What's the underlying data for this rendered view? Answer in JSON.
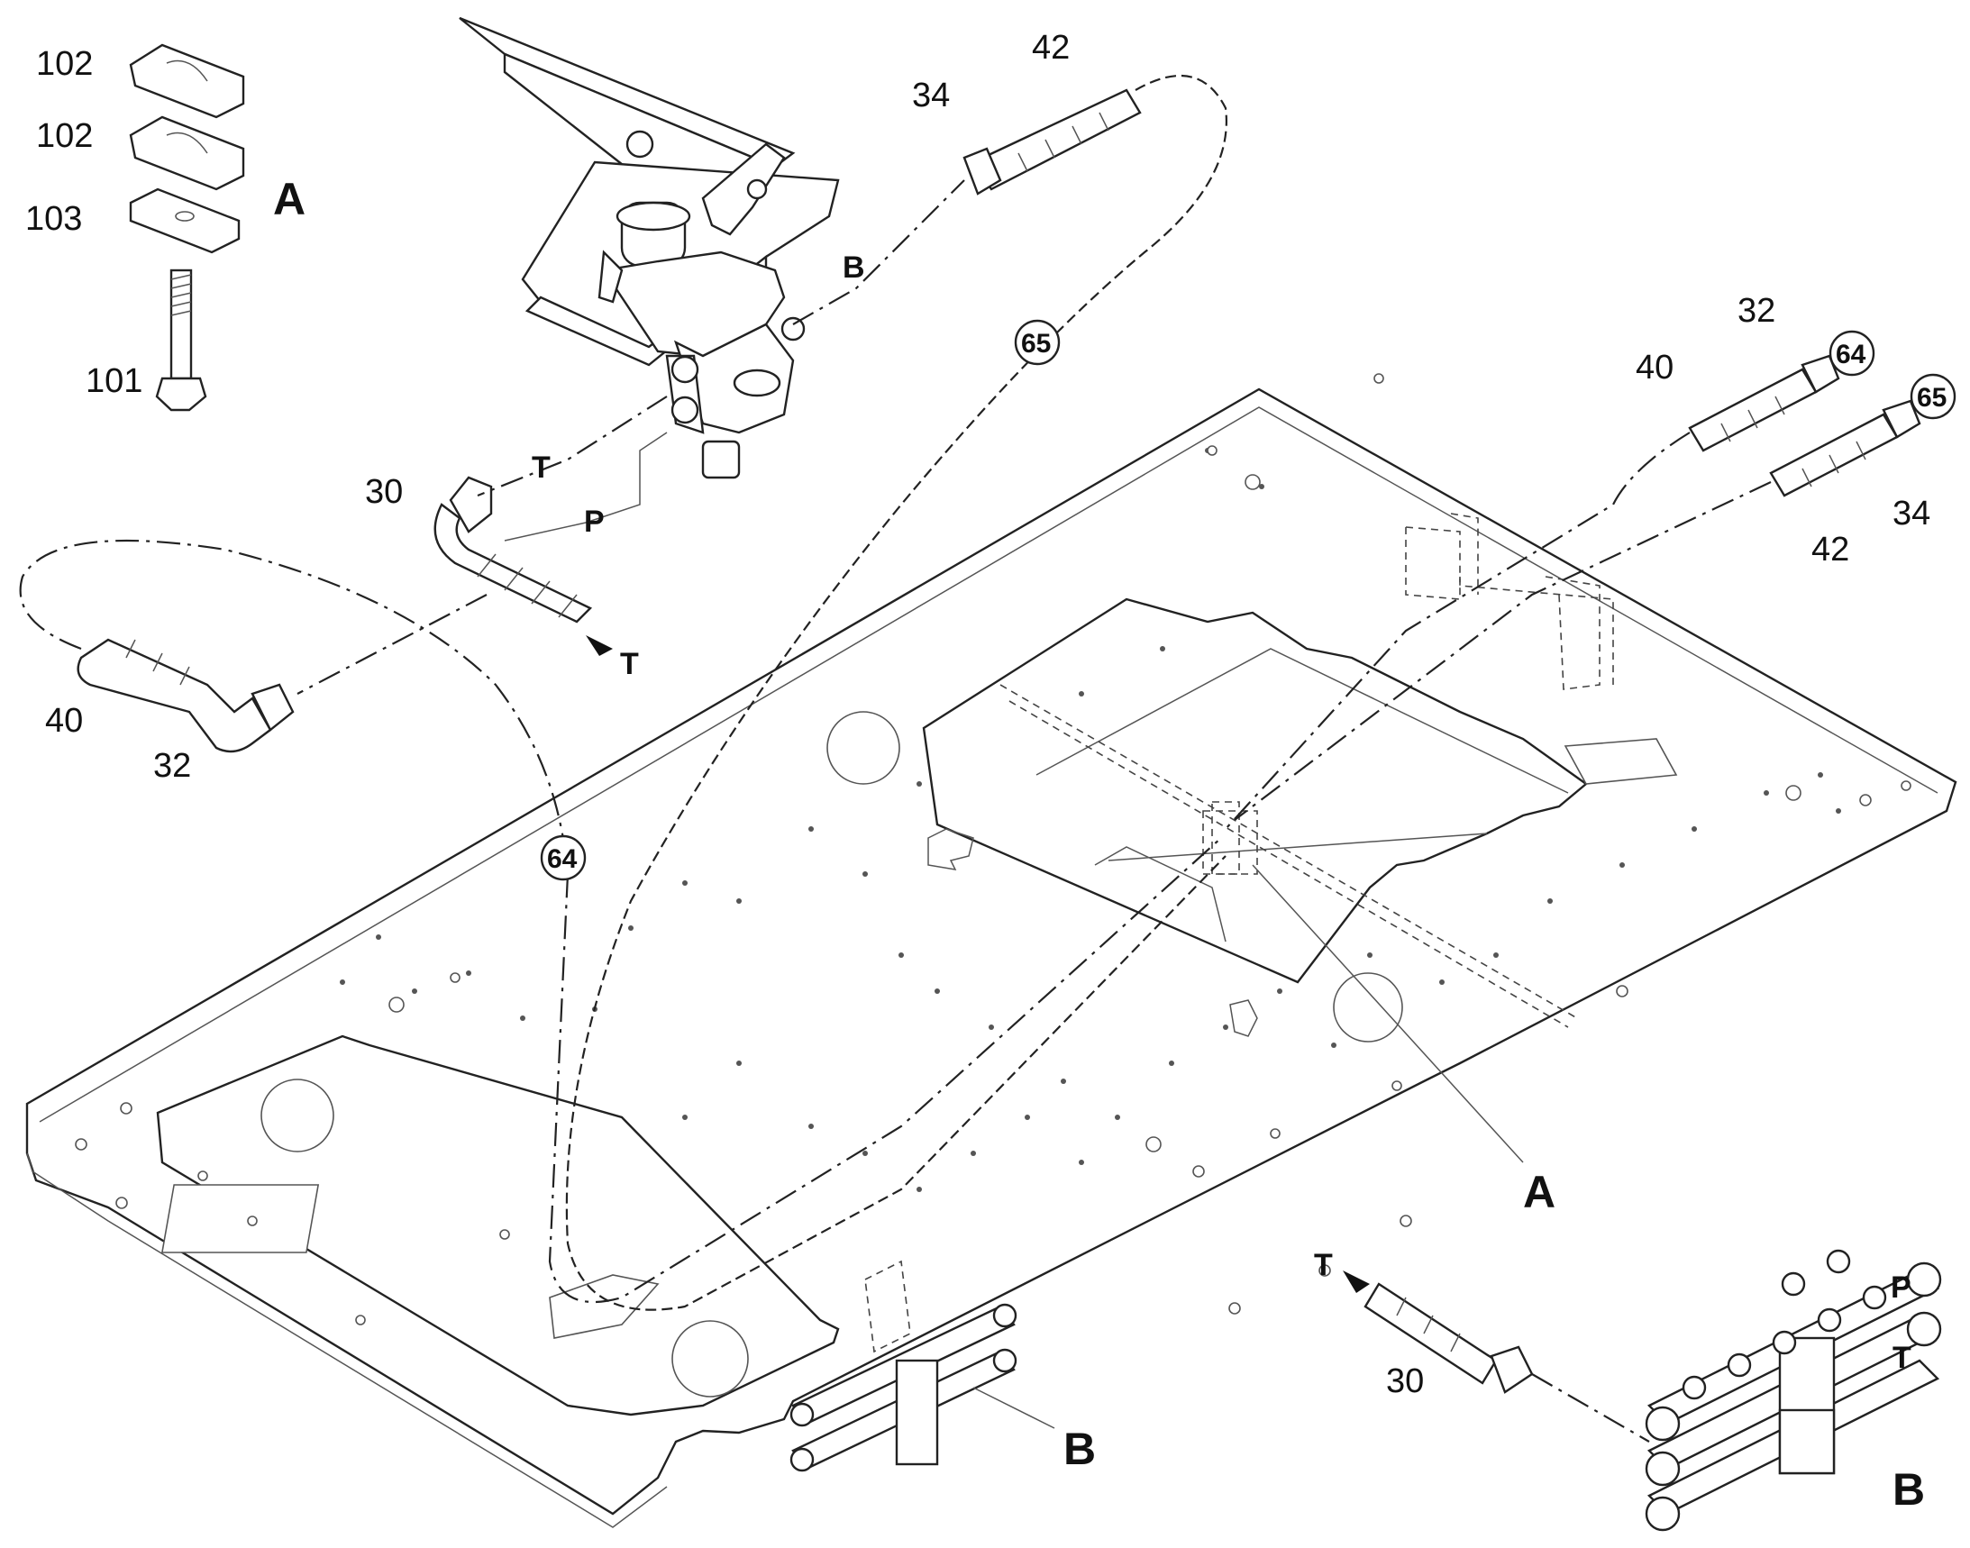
{
  "callouts": {
    "c102a": "102",
    "c102b": "102",
    "c103": "103",
    "c101": "101",
    "c34_top": "34",
    "c42_top": "42",
    "c30_left": "30",
    "c40_left": "40",
    "c32_left": "32",
    "c32_right": "32",
    "c40_right": "40",
    "c34_right": "34",
    "c42_right": "42",
    "c30_bottom": "30"
  },
  "view_labels": {
    "a_detail": "A",
    "a_plate": "A",
    "b_plate": "B",
    "b_detail": "B",
    "b_line": "B",
    "t_line": "T",
    "p_line": "P",
    "t_arrow_top": "T",
    "t_arrow_bottom": "T",
    "manifold_p": "P",
    "manifold_t": "T"
  },
  "circled_refs": {
    "r65_mid": "65",
    "r64_mid": "64",
    "r64_right": "64",
    "r65_right": "65"
  }
}
